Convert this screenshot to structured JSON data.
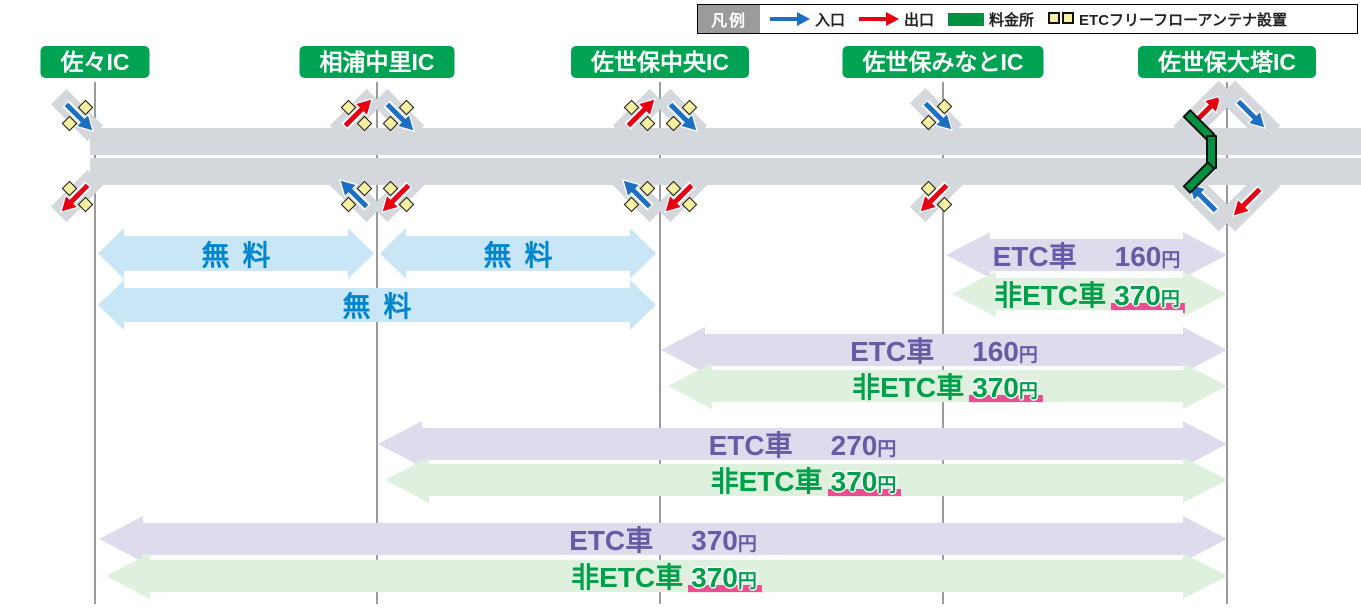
{
  "legend": {
    "title": "凡例",
    "items": [
      {
        "icon": "entrance-arrow-icon",
        "label": "入口"
      },
      {
        "icon": "exit-arrow-icon",
        "label": "出口"
      },
      {
        "icon": "tollgate-icon",
        "label": "料金所"
      },
      {
        "icon": "etc-antenna-icon",
        "label": "ETCフリーフローアンテナ設置"
      }
    ]
  },
  "stations": [
    {
      "name": "佐々IC"
    },
    {
      "name": "相浦中里IC"
    },
    {
      "name": "佐世保中央IC"
    },
    {
      "name": "佐世保みなとIC"
    },
    {
      "name": "佐世保大塔IC"
    }
  ],
  "free_sections": [
    {
      "label": "無料",
      "from": "佐々IC",
      "to": "相浦中里IC"
    },
    {
      "label": "無料",
      "from": "相浦中里IC",
      "to": "佐世保中央IC"
    },
    {
      "label": "無料",
      "from": "佐々IC",
      "to": "佐世保中央IC"
    }
  ],
  "fare_sections": [
    {
      "from": "佐世保みなとIC",
      "to": "佐世保大塔IC",
      "etc_label": "ETC車",
      "etc_price": "160",
      "etc_unit": "円",
      "non_etc_label": "非ETC車",
      "non_etc_price": "370",
      "non_etc_unit": "円"
    },
    {
      "from": "佐世保中央IC",
      "to": "佐世保大塔IC",
      "etc_label": "ETC車",
      "etc_price": "160",
      "etc_unit": "円",
      "non_etc_label": "非ETC車",
      "non_etc_price": "370",
      "non_etc_unit": "円"
    },
    {
      "from": "相浦中里IC",
      "to": "佐世保大塔IC",
      "etc_label": "ETC車",
      "etc_price": "270",
      "etc_unit": "円",
      "non_etc_label": "非ETC車",
      "non_etc_price": "370",
      "non_etc_unit": "円"
    },
    {
      "from": "佐々IC",
      "to": "佐世保大塔IC",
      "etc_label": "ETC車",
      "etc_price": "370",
      "etc_unit": "円",
      "non_etc_label": "非ETC車",
      "non_etc_price": "370",
      "non_etc_unit": "円"
    }
  ],
  "colors": {
    "station_green": "#00a351",
    "road_gray": "#d4d8dd",
    "entrance_blue": "#1d6fc4",
    "exit_red": "#e60012",
    "tollgate_green": "#009140",
    "antenna_yellow": "#faf0a2",
    "free_fill": "#c9e6f7",
    "free_text": "#0086cc",
    "etc_fill": "#dedbec",
    "etc_text": "#665ca6",
    "non_etc_fill": "#dff0de",
    "non_etc_text": "#00a04a",
    "price_underline_pink": "#ea4e8e"
  }
}
